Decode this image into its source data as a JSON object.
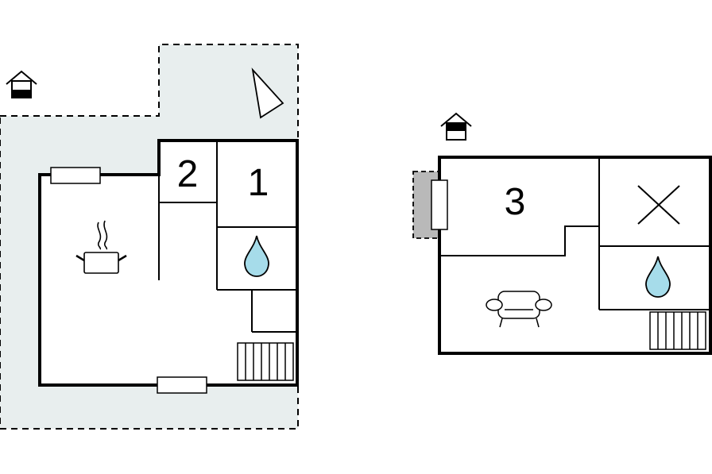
{
  "floors": [
    {
      "id": "ground",
      "rooms": [
        {
          "number": "2"
        },
        {
          "number": "1"
        }
      ],
      "icons": [
        "house-entrance-icon",
        "north-arrow-icon",
        "cooking-pot-icon",
        "water-drop-icon",
        "staircase-icon"
      ]
    },
    {
      "id": "upper",
      "rooms": [
        {
          "number": "3"
        }
      ],
      "icons": [
        "house-entrance-icon",
        "cross-icon",
        "water-drop-icon",
        "sofa-icon",
        "staircase-icon"
      ]
    }
  ],
  "colors": {
    "wall": "#000000",
    "outdoor_area": "#e8eeee",
    "water": "#a6dcea",
    "balcony": "#b9b9b9"
  }
}
